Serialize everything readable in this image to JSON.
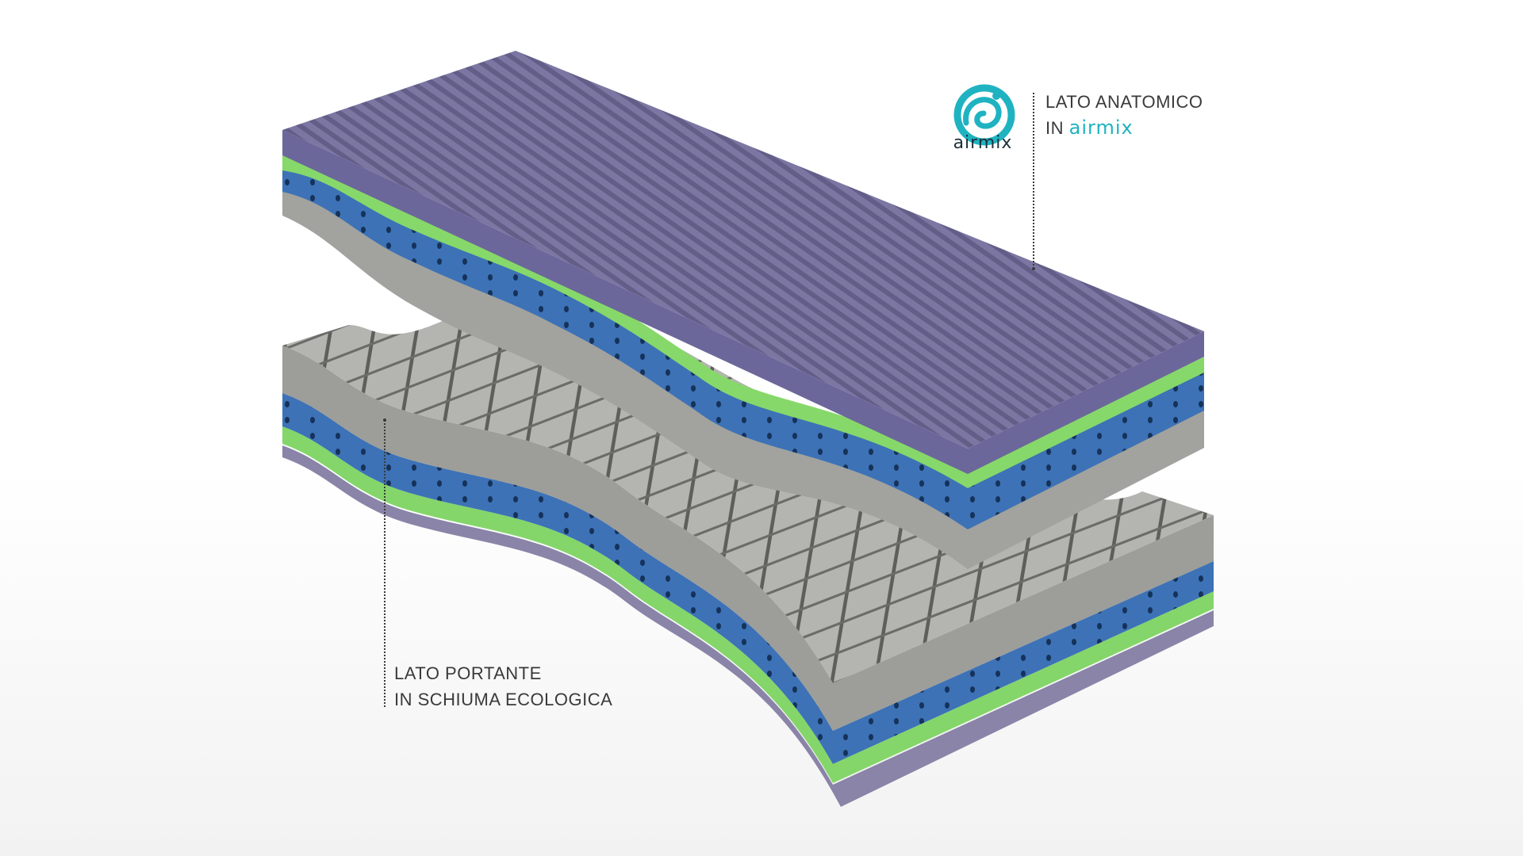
{
  "top_label": {
    "line1": "LATO ANATOMICO",
    "line2_prefix": "IN",
    "line2_brand": "airmix"
  },
  "bottom_label": {
    "line1": "LATO PORTANTE",
    "line2": "IN SCHIUMA ECOLOGICA"
  },
  "logo": {
    "text": "airmix",
    "icon": "airmix-swirl-icon"
  },
  "colors": {
    "top_ribbed_surface": "#7c76a0",
    "top_ribbed_surface_dark": "#5f5a82",
    "green_layer": "#86d86a",
    "blue_layer": "#3f74b8",
    "gray_foam": "#9a9a96",
    "gray_foam_light": "#b2b2ae",
    "purple_base": "#8a84a8",
    "brand_teal": "#1fb3c1",
    "text": "#3a3a3a"
  }
}
